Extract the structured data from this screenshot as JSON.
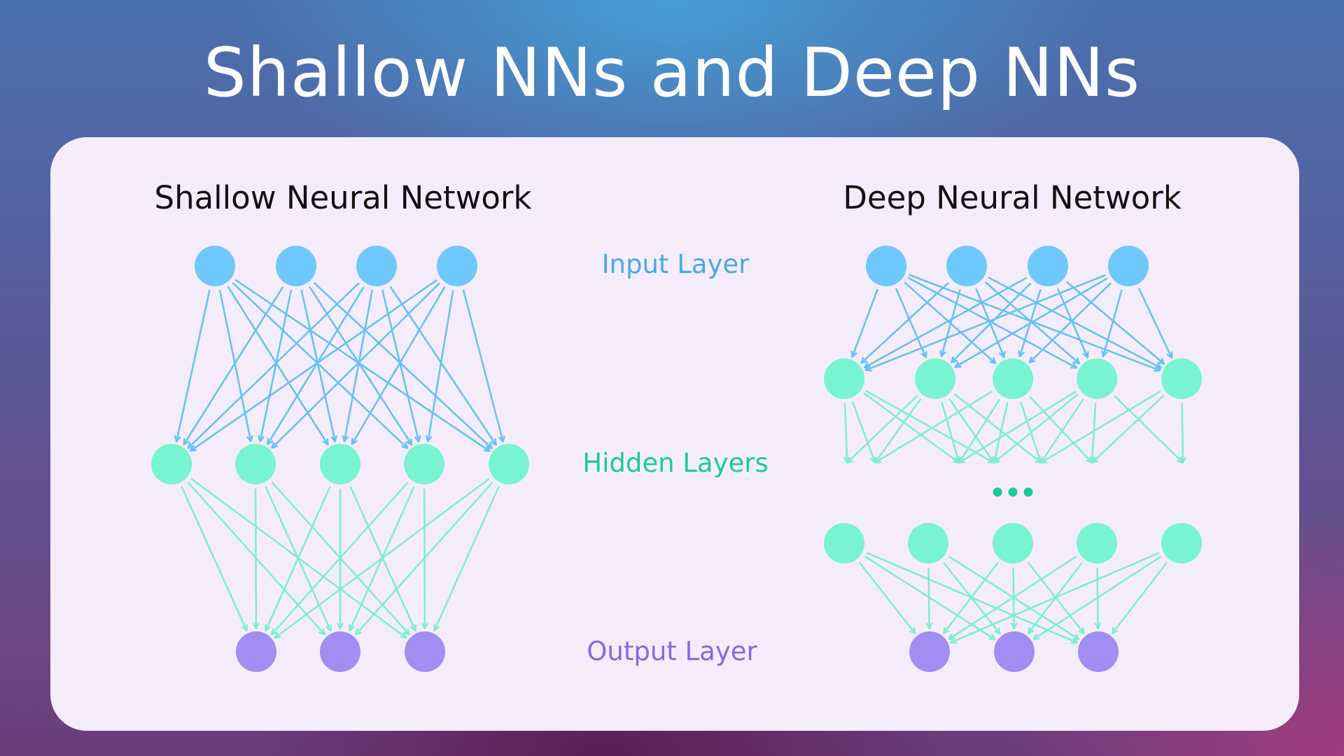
{
  "title": "Shallow NNs and Deep NNs",
  "shallow": {
    "heading": "Shallow Neural Network",
    "layers": [
      4,
      5,
      3
    ]
  },
  "deep": {
    "heading": "Deep Neural Network",
    "layers": [
      4,
      5,
      5,
      3
    ],
    "ellipsis": "..."
  },
  "labels": {
    "input": "Input Layer",
    "hidden": "Hidden Layers",
    "output": "Output Layer"
  },
  "colors": {
    "input": "#6ec8fb",
    "hidden": "#78f4d0",
    "output": "#a08ef2",
    "input_label": "#4aa8ee",
    "hidden_label": "#19cc98",
    "output_label": "#8a66ea",
    "input_edge": "#66c2f6",
    "hidden_edge": "#7eeecf",
    "output_edge": "#a98cf0"
  }
}
